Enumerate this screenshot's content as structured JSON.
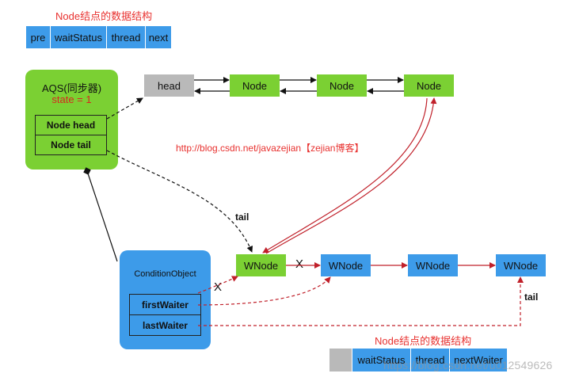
{
  "legend_top": {
    "title": "Node结点的数据结构",
    "fields": [
      "pre",
      "waitStatus",
      "thread",
      "next"
    ]
  },
  "aqs": {
    "title": "AQS(同步器)",
    "state": "state = 1",
    "fields": [
      "Node head",
      "Node tail"
    ]
  },
  "sync_queue": {
    "head": "head",
    "nodes": [
      "Node",
      "Node",
      "Node"
    ]
  },
  "url_text": "http://blog.csdn.net/javazejian【zejian博客】",
  "condition": {
    "title": "ConditionObject",
    "fields": [
      "firstWaiter",
      "lastWaiter"
    ]
  },
  "wait_queue": {
    "nodes": [
      "WNode",
      "WNode",
      "WNode",
      "WNode"
    ]
  },
  "edge_labels": {
    "tail_1": "tail",
    "tail_2": "tail",
    "x_1": "X",
    "x_2": "X"
  },
  "legend_bottom": {
    "title": "Node结点的数据结构",
    "fields": [
      "",
      "waitStatus",
      "thread",
      "nextWaiter"
    ]
  },
  "watermark": "https://blog.csdn.net/u012549626",
  "colors": {
    "blue": "#3d9be9",
    "green": "#7bd033",
    "gray": "#b9b9b9",
    "red": "#e8312f",
    "dark_red": "#c0202a"
  }
}
